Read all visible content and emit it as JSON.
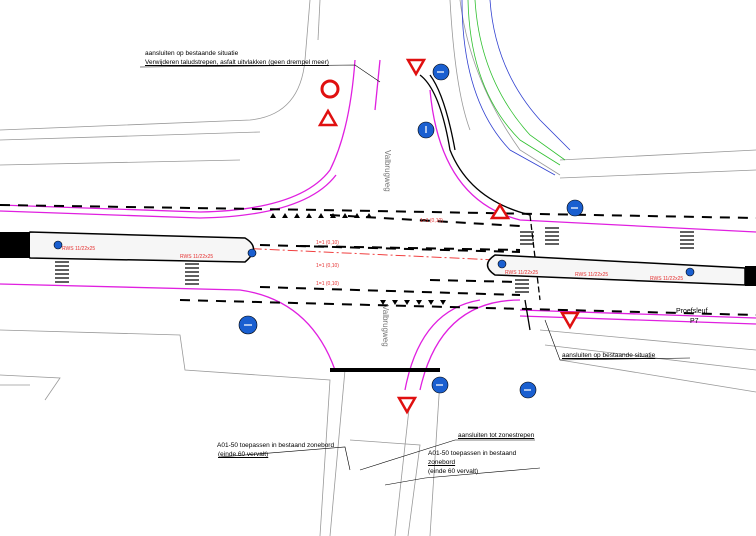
{
  "annotations": {
    "top_note_line1": "aansluiten op bestaande situatie",
    "top_note_line2": "Verwijderen taludstrepen, asfalt uitvlakken (geen drempel meer)",
    "right_note": "aansluiten op bestaande situatie",
    "profile_label": "Proefsleuf",
    "profile_number": "P7",
    "bottom_left_note_line1": "A01-50 toepassen in bestaand zonebord",
    "bottom_left_note_line2": "(einde 60 vervalt)",
    "bottom_right_note_a": "aansluiten tot zonestrepen",
    "bottom_right_note_line1": "A01-50 toepassen in bestaand",
    "bottom_right_note_line2": "zonebord",
    "bottom_right_note_line3": "(einde 60 vervalt)"
  },
  "road_names": {
    "north": "Valbrugweg",
    "south": "Valbrugweg"
  },
  "markings": {
    "lane_label": "1=1 (0,10)",
    "island_label": "RWS 11/22x25"
  },
  "colors": {
    "curb_pink": "#e020e0",
    "axis_red": "#f04040",
    "sign_blue": "#1a5fd0",
    "sign_red": "#e01010",
    "cable_green": "#30c030",
    "cable_blue": "#3040d0"
  }
}
